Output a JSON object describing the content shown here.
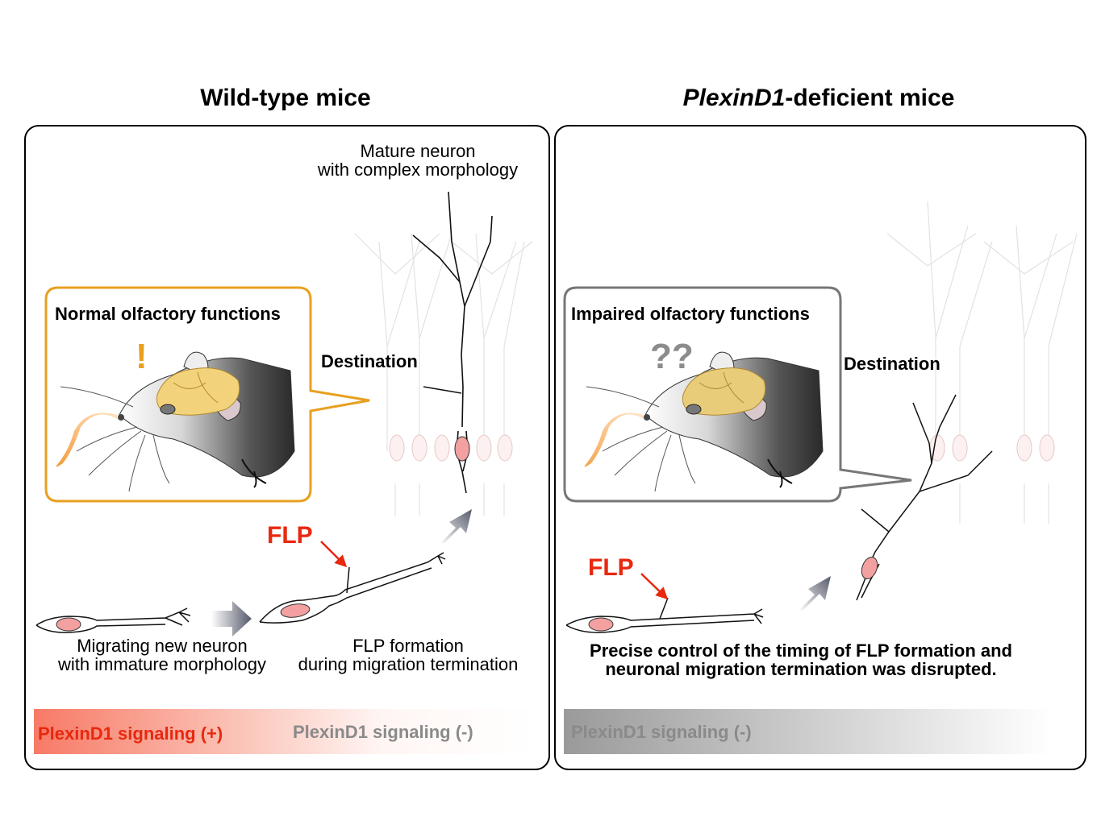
{
  "left_panel": {
    "title": "Wild-type mice",
    "mature_neuron_label": [
      "Mature neuron",
      "with complex morphology"
    ],
    "destination_label": "Destination",
    "bubble_title": "Normal olfactory functions",
    "bubble_mark": "!",
    "flp_label": "FLP",
    "migrating_label": [
      "Migrating new neuron",
      "with immature morphology"
    ],
    "flp_formation_label": [
      "FLP formation",
      "during migration termination"
    ],
    "signal_positive": "PlexinD1 signaling (+)",
    "signal_negative": "PlexinD1 signaling (-)"
  },
  "right_panel": {
    "title_italic": "PlexinD1",
    "title_rest": "-deficient mice",
    "bubble_title": "Impaired olfactory functions",
    "bubble_mark": "??",
    "destination_label": "Destination",
    "flp_label": "FLP",
    "disrupted_label": [
      "Precise control of the timing of FLP formation and",
      "neuronal migration termination was disrupted."
    ],
    "signal_negative": "PlexinD1 signaling (-)"
  },
  "colors": {
    "signal_red": "#e8280f",
    "bubble_orange": "#e8a020",
    "bubble_gray": "#777777",
    "brain_yellow": "#f2d27a",
    "soma_pink": "#f2a0a0"
  }
}
